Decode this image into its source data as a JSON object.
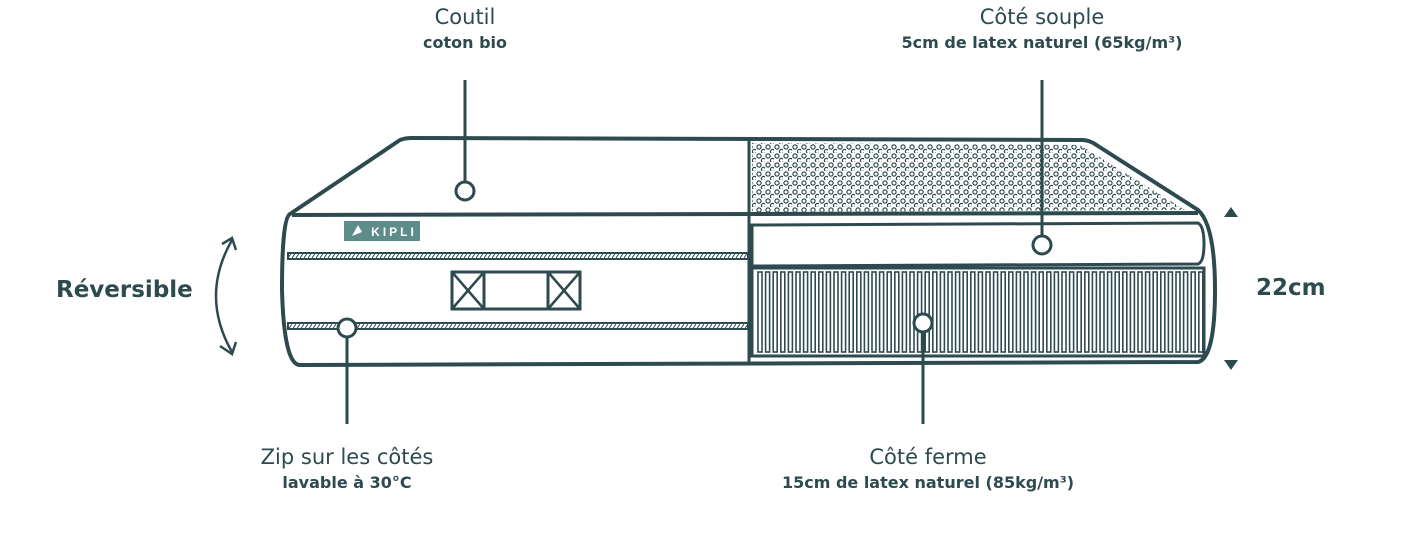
{
  "labels": {
    "coutil": {
      "title": "Coutil",
      "subtitle": "coton bio"
    },
    "souple": {
      "title": "Côté souple",
      "subtitle": "5cm de latex naturel (65kg/m³)"
    },
    "zip": {
      "title": "Zip sur les côtés",
      "subtitle": "lavable à 30°C"
    },
    "ferme": {
      "title": "Côté ferme",
      "subtitle": "15cm de latex naturel (85kg/m³)"
    }
  },
  "reversible": "Réversible",
  "height": "22cm",
  "brand": "KIPLI",
  "colors": {
    "stroke": "#2d4a4f",
    "brand_bg": "#5e8c88"
  }
}
